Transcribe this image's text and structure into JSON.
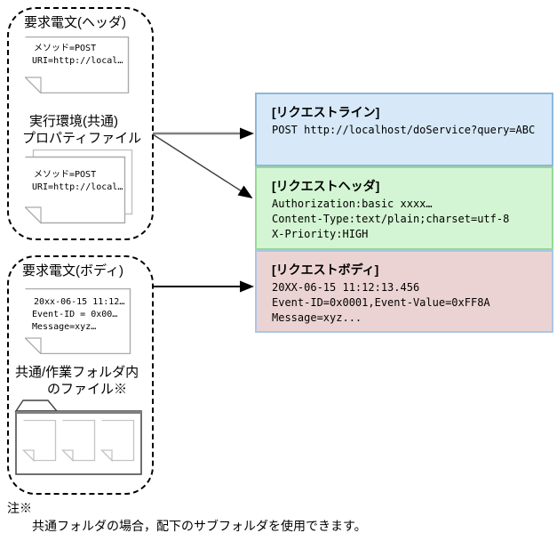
{
  "left": {
    "header_group": {
      "title": "要求電文(ヘッダ)",
      "note1_lines": [
        "メソッド=POST",
        "URI=http://local…"
      ],
      "property_label_line1": "実行環境(共通)",
      "property_label_line2": "プロパティファイル",
      "note2_lines": [
        "メソッド=POST",
        "URI=http://local…"
      ]
    },
    "body_group": {
      "title": "要求電文(ボディ)",
      "note_lines": [
        "20xx-06-15 11:12…",
        "Event-ID = 0x00…",
        "Message=xyz…"
      ],
      "folder_label_line1": "共通/作業フォルダ内",
      "folder_label_line2": "のファイル※"
    }
  },
  "right": {
    "request_line": {
      "title": "[リクエストライン]",
      "lines": [
        "POST http://localhost/doService?query=ABC"
      ]
    },
    "request_header": {
      "title": "[リクエストヘッダ]",
      "lines": [
        "Authorization:basic xxxx…",
        "Content-Type:text/plain;charset=utf-8",
        "X-Priority:HIGH"
      ]
    },
    "request_body": {
      "title": "[リクエストボディ]",
      "lines": [
        "20XX-06-15 11:12:13.456",
        "Event-ID=0x0001,Event-Value=0xFF8A",
        "Message=xyz..."
      ]
    }
  },
  "footnote": {
    "marker": "注※",
    "text": "共通フォルダの場合，配下のサブフォルダを使用できます。"
  },
  "colors": {
    "request_line_bg": "#d7e9f8",
    "request_line_border": "#8fb6da",
    "request_header_bg": "#d3f5d3",
    "request_header_border": "#97d897",
    "request_body_bg": "#ecd3d3",
    "request_body_border": "#aac6e6",
    "arrow_gray": "#808080",
    "line_black": "#000000"
  }
}
